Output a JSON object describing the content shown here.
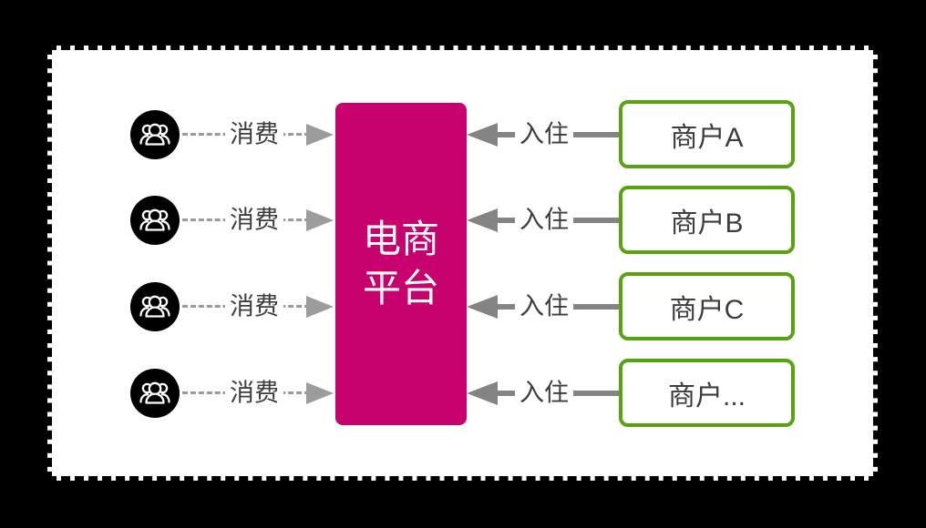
{
  "colors": {
    "canvas_background": "#000000",
    "panel_background": "#FFFFFF",
    "panel_border": "#000000",
    "platform_fill": "#C7026E",
    "platform_text": "#FFFFFF",
    "merchant_border": "#57A40E",
    "label_text": "#3D3D3D",
    "solid_arrow": "#848484",
    "dashed_arrow": "#9A9A9A",
    "user_icon_fill": "#000000"
  },
  "platform": {
    "label": "电商平台",
    "lines": [
      "电商",
      "平台"
    ]
  },
  "consumers": [
    {
      "icon": "users-group-icon",
      "edge_label": "消费"
    },
    {
      "icon": "users-group-icon",
      "edge_label": "消费"
    },
    {
      "icon": "users-group-icon",
      "edge_label": "消费"
    },
    {
      "icon": "users-group-icon",
      "edge_label": "消费"
    }
  ],
  "merchants": [
    {
      "label": "商户A",
      "edge_label": "入住"
    },
    {
      "label": "商户B",
      "edge_label": "入住"
    },
    {
      "label": "商户C",
      "edge_label": "入住"
    },
    {
      "label": "商户...",
      "edge_label": "入住"
    }
  ]
}
